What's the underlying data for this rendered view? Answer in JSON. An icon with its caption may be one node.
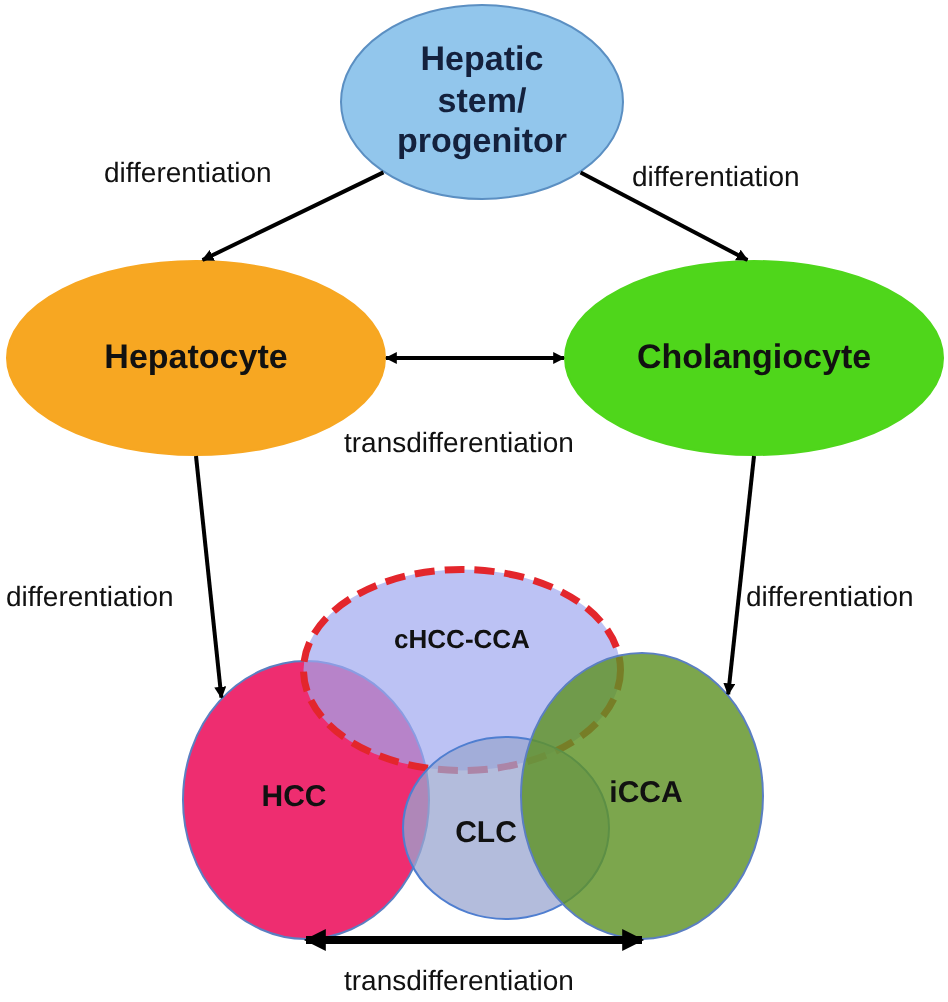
{
  "diagram": {
    "nodes": [
      {
        "text": [
          "Hepatic stem/ progenitor"
        ]
      },
      {
        "text": [
          "Hepatocyte"
        ]
      },
      {
        "text": [
          "Cholangiocyte"
        ]
      },
      {
        "text": [
          "cHCC-CCA"
        ]
      },
      {
        "text": [
          "HCC"
        ]
      },
      {
        "text": [
          "CLC"
        ]
      },
      {
        "text": [
          "iCCA"
        ]
      }
    ],
    "edges": [
      {
        "from": 0,
        "to": 1,
        "arrow": "to",
        "label": "differentiation"
      },
      {
        "from": 0,
        "to": 2,
        "arrow": "to",
        "label": "differentiation"
      },
      {
        "from": 1,
        "to": 2,
        "arrow": "both",
        "label": "transdifferentiation"
      },
      {
        "from": 1,
        "to": 4,
        "arrow": "to",
        "label": "differentiation"
      },
      {
        "from": 2,
        "to": 6,
        "arrow": "to",
        "label": "differentiation"
      },
      {
        "from": 4,
        "to": 6,
        "arrow": "both",
        "label": "transdifferentiation",
        "style": "thick"
      }
    ]
  }
}
